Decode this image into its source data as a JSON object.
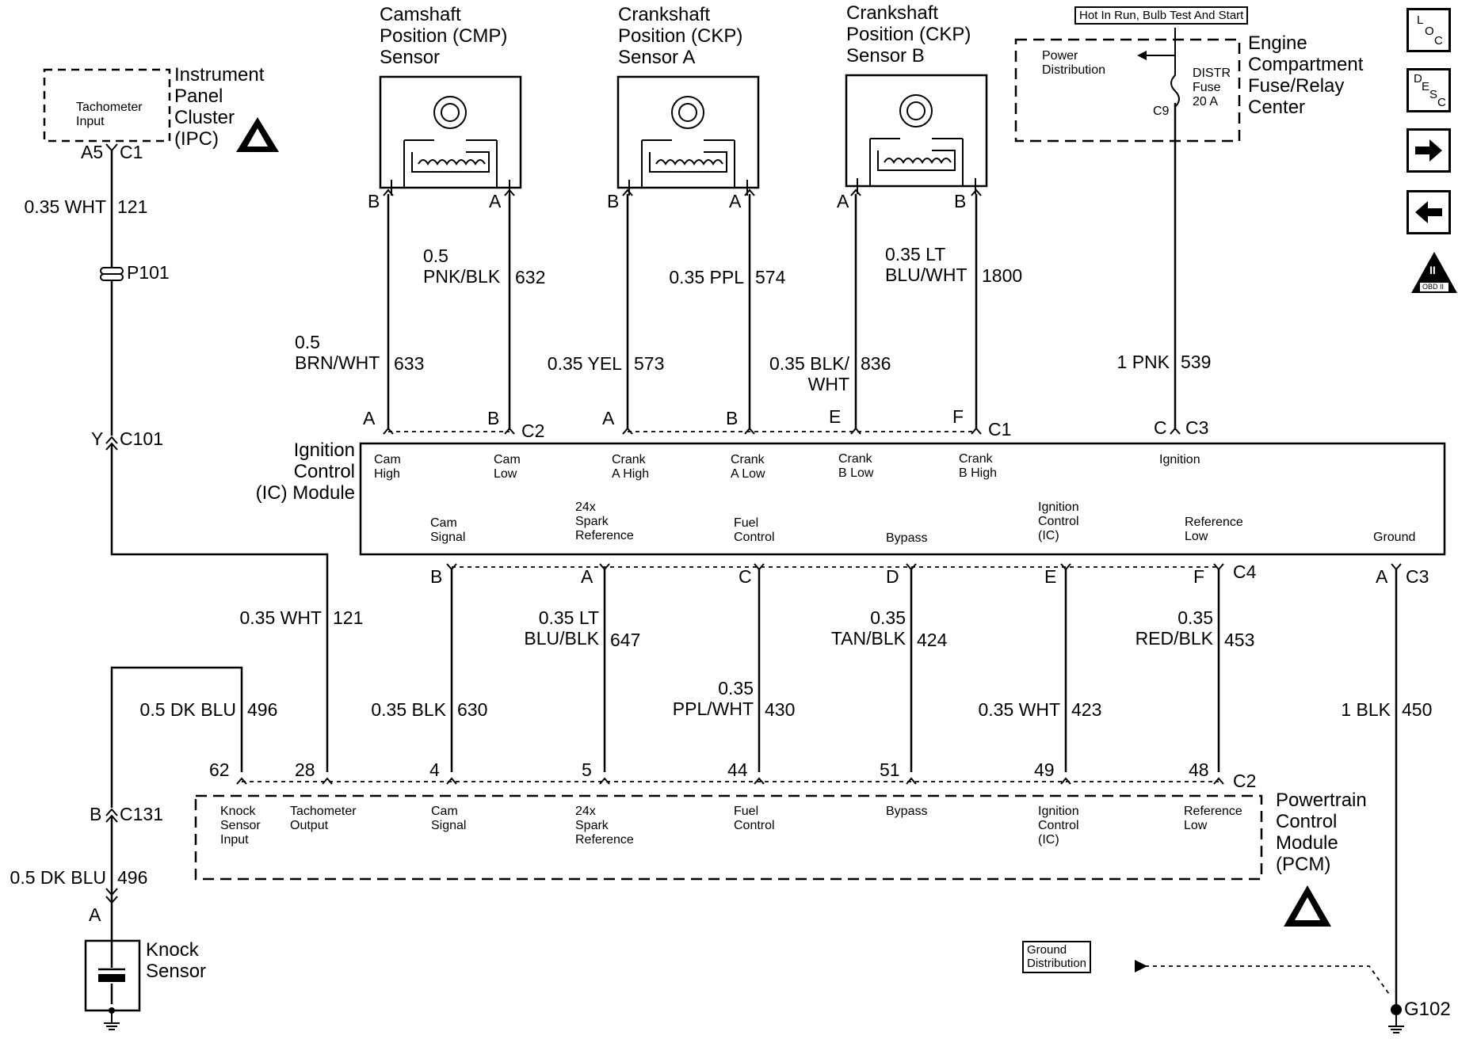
{
  "nav": {
    "loc": [
      "L",
      "O",
      "C"
    ],
    "desc": [
      "D",
      "E",
      "S",
      "C"
    ],
    "obd_label": "OBD II",
    "obd_mark": "II"
  },
  "components": {
    "cmp": "Camshaft\nPosition (CMP)\nSensor",
    "ckp_a": "Crankshaft\nPosition (CKP)\nSensor A",
    "ckp_b": "Crankshaft\nPosition (CKP)\nSensor B",
    "hot_in_run": "Hot In Run, Bulb Test And Start",
    "fuse_center": "Engine\nCompartment\nFuse/Relay\nCenter",
    "power_distribution": "Power\nDistribution",
    "fuse": "DISTR\nFuse\n20 A",
    "fuse_conn": "C9",
    "ipc_name": "Instrument\nPanel\nCluster\n(IPC)",
    "ipc_pin": "Tachometer\nInput",
    "ic_module": "Ignition\nControl\n(IC) Module",
    "pcm_name": "Powertrain\nControl\nModule\n(PCM)",
    "knock_sensor": "Knock\nSensor",
    "ground_distribution": "Ground\nDistribution",
    "ground": "G102"
  },
  "connectors": {
    "ipc_pin": "A5",
    "ipc_conn": "C1",
    "p101": "P101",
    "c101_pin": "Y",
    "c101": "C101",
    "c131_pin": "B",
    "c131": "C131",
    "knock_pin": "A",
    "ic_c2": "C2",
    "ic_c1": "C1",
    "ic_c3_top": "C3",
    "ic_c4": "C4",
    "ic_c3_bot": "C3",
    "pcm_c2": "C2"
  },
  "sensor_pins": {
    "cmp": [
      "B",
      "A"
    ],
    "ckp_a": [
      "B",
      "A"
    ],
    "ckp_b": [
      "A",
      "B"
    ]
  },
  "ic_top_pins": [
    "A",
    "B",
    "A",
    "B",
    "E",
    "F",
    "C"
  ],
  "ic_top_terms": [
    "Cam\nHigh",
    "Cam\nLow",
    "Crank\nA High",
    "Crank\nA Low",
    "Crank\nB Low",
    "Crank\nB High",
    "Ignition"
  ],
  "ic_bottom_terms": [
    "Cam\nSignal",
    "24x\nSpark\nReference",
    "Fuel\nControl",
    "Bypass",
    "Ignition\nControl\n(IC)",
    "Reference\nLow",
    "Ground"
  ],
  "ic_bottom_pins": [
    "B",
    "A",
    "C",
    "D",
    "E",
    "F",
    "A"
  ],
  "pcm_pins": [
    "62",
    "28",
    "4",
    "5",
    "44",
    "51",
    "49",
    "48"
  ],
  "pcm_terms": [
    "Knock\nSensor\nInput",
    "Tachometer\nOutput",
    "Cam\nSignal",
    "24x\nSpark\nReference",
    "Fuel\nControl",
    "Bypass",
    "Ignition\nControl\n(IC)",
    "Reference\nLow"
  ],
  "wires": {
    "ipc_color": "0.35 WHT",
    "ipc_circuit": "121",
    "tach_color": "0.35 WHT",
    "tach_circuit": "121",
    "cam_high_color": "0.5\nBRN/WHT",
    "cam_high_circuit": "633",
    "cam_low_color": "0.5\nPNK/BLK",
    "cam_low_circuit": "632",
    "ckpa_high_color": "0.35 YEL",
    "ckpa_high_circuit": "573",
    "ckpa_low_color": "0.35 PPL",
    "ckpa_low_circuit": "574",
    "ckpb_low_color": "0.35 BLK/\nWHT",
    "ckpb_low_circuit": "836",
    "ckpb_high_color": "0.35 LT\nBLU/WHT",
    "ckpb_high_circuit": "1800",
    "ign_color": "1 PNK",
    "ign_circuit": "539",
    "knock_color": "0.5 DK BLU",
    "knock_circuit": "496",
    "knock2_color": "0.5 DK BLU",
    "knock2_circuit": "496",
    "cam_sig_color": "0.35 BLK",
    "cam_sig_circuit": "630",
    "spark_ref_color": "0.35 LT\nBLU/BLK",
    "spark_ref_circuit": "647",
    "fuel_color": "0.35\nPPL/WHT",
    "fuel_circuit": "430",
    "bypass_color": "0.35\nTAN/BLK",
    "bypass_circuit": "424",
    "ic_color": "0.35 WHT",
    "ic_circuit": "423",
    "ref_low_color": "0.35\nRED/BLK",
    "ref_low_circuit": "453",
    "gnd_color": "1 BLK",
    "gnd_circuit": "450"
  }
}
